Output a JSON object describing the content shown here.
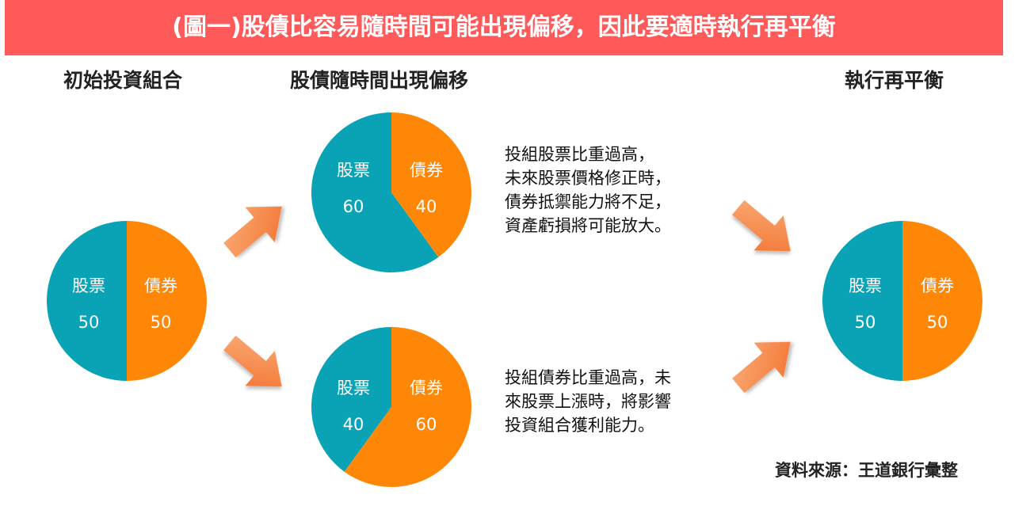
{
  "title": "(圖一)股債比容易隨時間可能出現偏移，因此要適時執行再平衡",
  "headings": {
    "initial": "初始投資組合",
    "drift": "股債隨時間出現偏移",
    "rebalance": "執行再平衡"
  },
  "descriptions": {
    "top": [
      "投組股票比重過高，",
      "未來股票價格修正時，",
      "債券抵禦能力將不足，",
      "資產虧損將可能放大。"
    ],
    "bottom": [
      "投組債券比重過高，未",
      "來股票上漲時，將影響",
      "投資組合獲利能力。"
    ]
  },
  "source": "資料來源：王道銀行彙整",
  "colors": {
    "banner": "#ff5a5a",
    "stocks": "#0aa3b6",
    "bonds": "#ff8708",
    "arrow": "#f6813c"
  },
  "charts": {
    "initial": {
      "stocks": {
        "label": "股票",
        "value": 50
      },
      "bonds": {
        "label": "債券",
        "value": 50
      }
    },
    "drift_top": {
      "stocks": {
        "label": "股票",
        "value": 60
      },
      "bonds": {
        "label": "債券",
        "value": 40
      }
    },
    "drift_bottom": {
      "stocks": {
        "label": "股票",
        "value": 40
      },
      "bonds": {
        "label": "債券",
        "value": 60
      }
    },
    "rebalanced": {
      "stocks": {
        "label": "股票",
        "value": 50
      },
      "bonds": {
        "label": "債券",
        "value": 50
      }
    }
  }
}
